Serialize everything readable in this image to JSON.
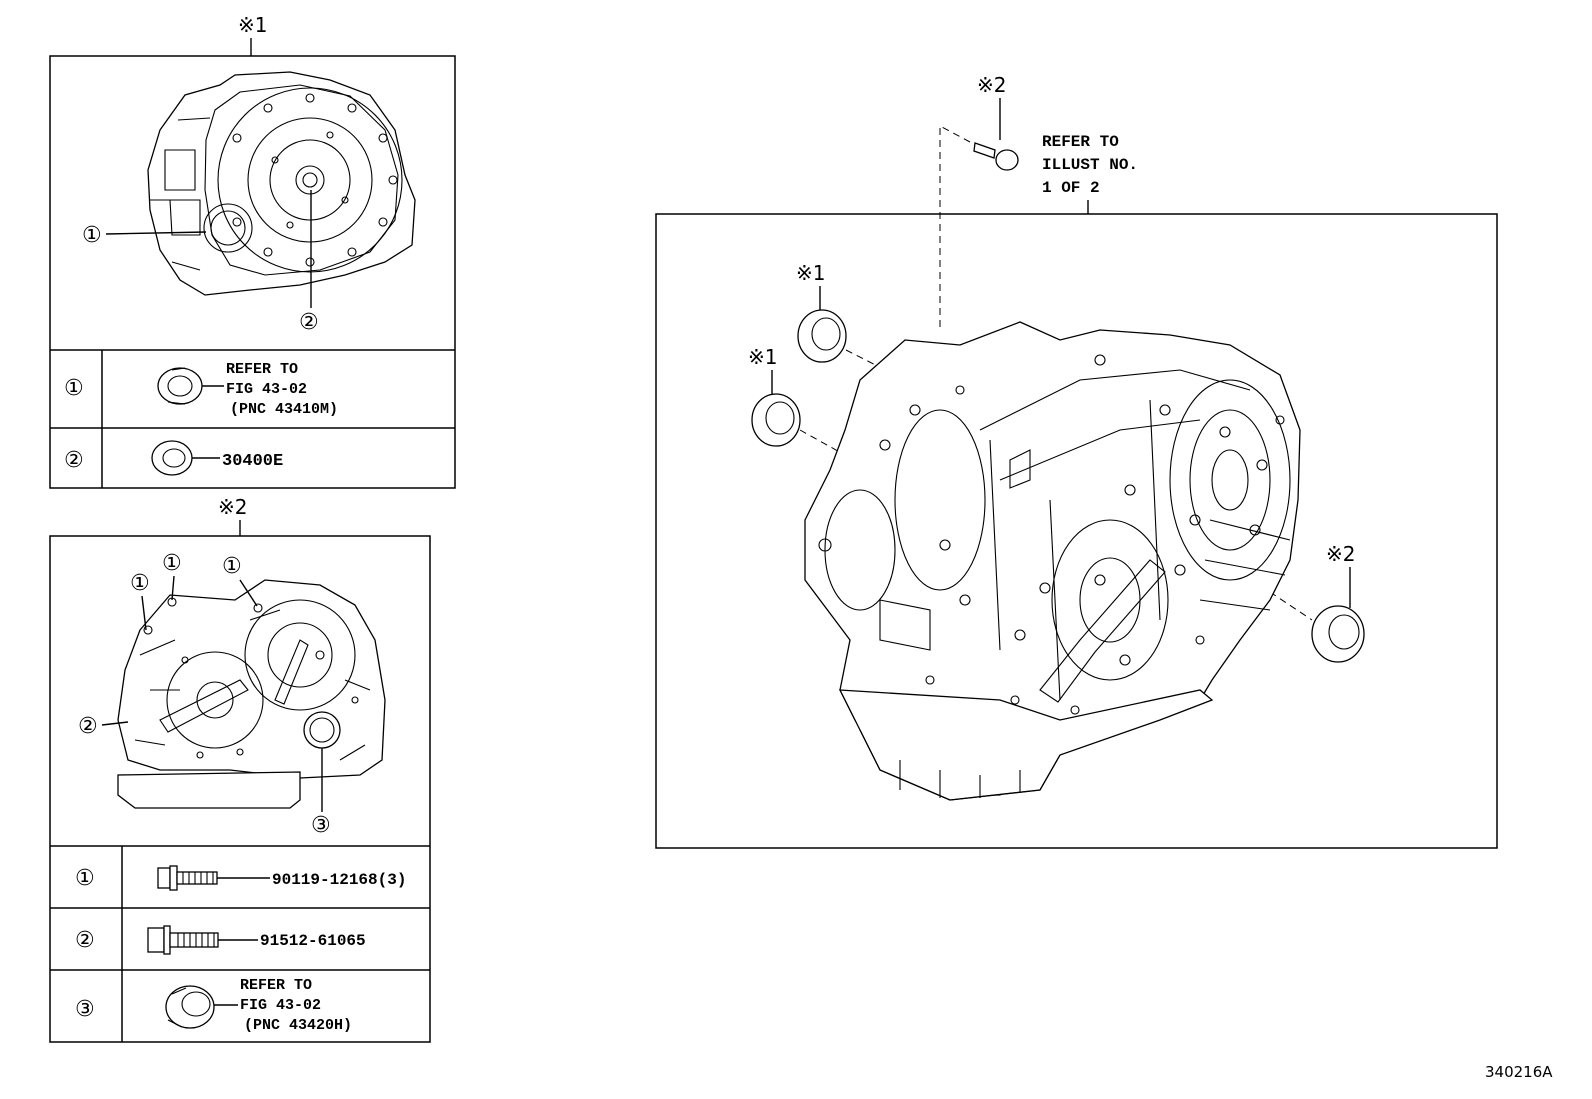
{
  "callout_1": "※1",
  "callout_2": "※2",
  "panel_1": {
    "rows": [
      {
        "num": "①",
        "lines": [
          "REFER TO",
          "FIG 43-02",
          "(PNC 43410M)"
        ]
      },
      {
        "num": "②",
        "part": "30400E"
      }
    ],
    "markers": [
      "①",
      "②"
    ]
  },
  "panel_2": {
    "rows": [
      {
        "num": "①",
        "part": "90119-12168(3)"
      },
      {
        "num": "②",
        "part": "91512-61065"
      },
      {
        "num": "③",
        "lines": [
          "REFER TO",
          "FIG 43-02",
          "(PNC 43420H)"
        ]
      }
    ],
    "markers": [
      "①",
      "①",
      "①",
      "②",
      "③"
    ]
  },
  "main": {
    "refer_note": [
      "REFER TO",
      "ILLUST NO.",
      "1 OF 2"
    ],
    "callouts": [
      "※2",
      "※1",
      "※1",
      "※2"
    ]
  },
  "figure_id": "340216A"
}
